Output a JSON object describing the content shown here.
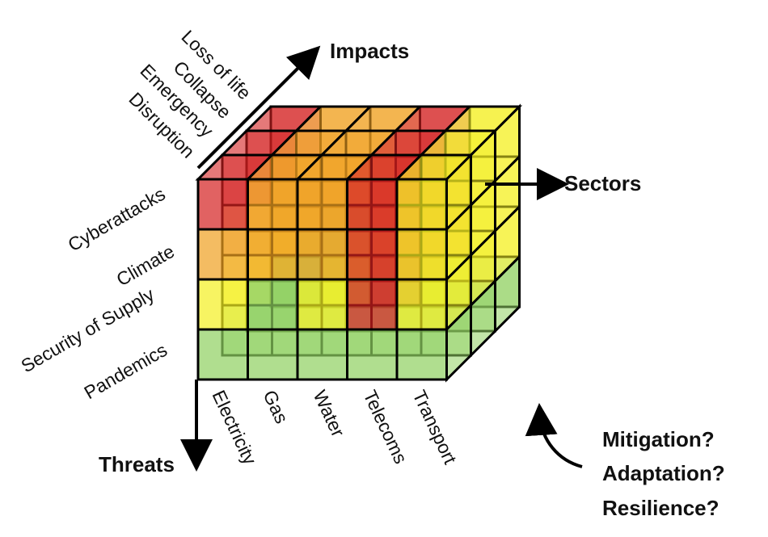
{
  "axes": {
    "impacts": "Impacts",
    "sectors": "Sectors",
    "threats": "Threats"
  },
  "impacts": [
    "Loss of life",
    "Collapse",
    "Emergency",
    "Disruption"
  ],
  "threats": [
    "Cyberattacks",
    "Climate",
    "Security of Supply",
    "Pandemics"
  ],
  "sectors": [
    "Electricity",
    "Gas",
    "Water",
    "Telecoms",
    "Transport"
  ],
  "questions": [
    "Mitigation?",
    "Adaptation?",
    "Resilience?"
  ],
  "colors": {
    "red": "#d42020",
    "orange": "#f0a020",
    "yellow": "#f4ef20",
    "green": "#8fd060",
    "outline": "#000000"
  },
  "front_face_grid": [
    [
      "red",
      "orange",
      "orange",
      "red",
      "yellow"
    ],
    [
      "orange",
      "orange",
      "orange",
      "red",
      "yellow"
    ],
    [
      "yellow",
      "green",
      "yellow",
      "red",
      "yellow"
    ],
    [
      "green",
      "green",
      "green",
      "green",
      "green"
    ]
  ]
}
